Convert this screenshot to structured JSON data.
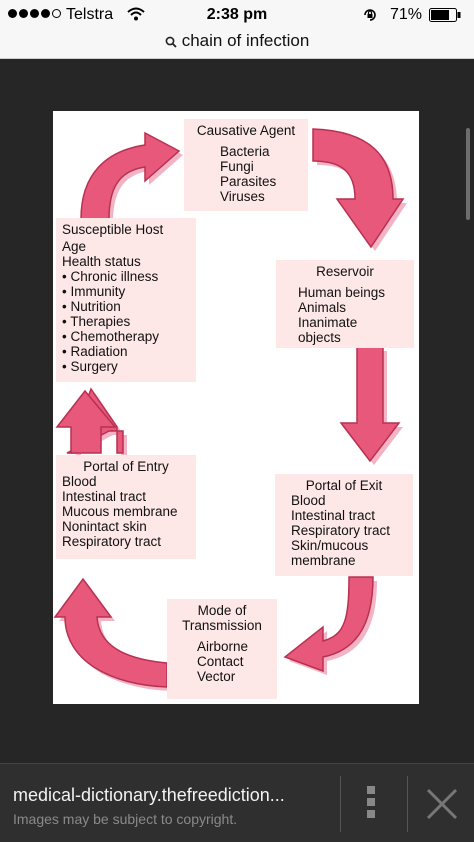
{
  "status": {
    "carrier": "Telstra",
    "time": "2:38 pm",
    "battery": "71%"
  },
  "search": {
    "query": "chain of infection"
  },
  "diagram": {
    "causative": {
      "title": "Causative Agent",
      "items": [
        "Bacteria",
        "Fungi",
        "Parasites",
        "Viruses"
      ]
    },
    "reservoir": {
      "title": "Reservoir",
      "items": [
        "Human beings",
        "Animals",
        "Inanimate",
        "objects"
      ]
    },
    "exit": {
      "title": "Portal of Exit",
      "items": [
        "Blood",
        "Intestinal tract",
        "Respiratory tract",
        "Skin/mucous",
        "membrane"
      ]
    },
    "transmission": {
      "title": [
        "Mode of",
        "Transmission"
      ],
      "items": [
        "Airborne",
        "Contact",
        "Vector"
      ]
    },
    "entry": {
      "title": "Portal of Entry",
      "items": [
        "Blood",
        "Intestinal tract",
        "Mucous membrane",
        "Nonintact skin",
        "Respiratory tract"
      ]
    },
    "host": {
      "title": "Susceptible Host",
      "items": [
        "Age",
        "Health status",
        "• Chronic illness",
        "• Immunity",
        "• Nutrition",
        "• Therapies",
        "• Chemotherapy",
        "• Radiation",
        "• Surgery"
      ]
    },
    "arrow_color": "#e8587a",
    "arrow_shadow": "#f2b4c4"
  },
  "footer": {
    "source": "medical-dictionary.thefreediction...",
    "note": "Images may be subject to copyright."
  }
}
